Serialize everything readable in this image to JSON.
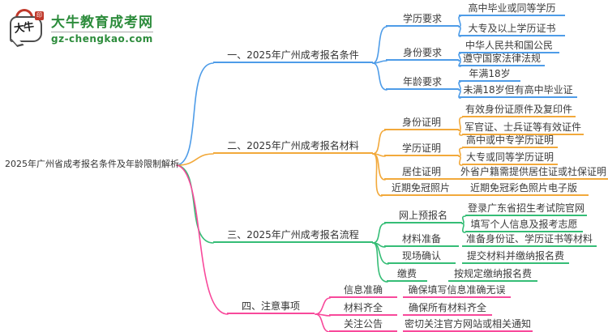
{
  "logo": {
    "title": "大牛教育成考网",
    "url": "gz-chengkao.com",
    "icon_text": "大牛",
    "seal_text": "印",
    "brand_color": "#2d8c3c"
  },
  "root": {
    "title": "2025年广州省成考报名条件及年龄限制解析"
  },
  "branches": [
    {
      "label": "一、2025年广州成考报名条件",
      "color": "#4e9ce8",
      "children": [
        {
          "label": "学历要求",
          "children": [
            {
              "label": "高中毕业或同等学历"
            },
            {
              "label": "大专及以上学历证书"
            }
          ]
        },
        {
          "label": "身份要求",
          "children": [
            {
              "label": "中华人民共和国公民"
            },
            {
              "label": "遵守国家法律法规"
            }
          ]
        },
        {
          "label": "年龄要求",
          "children": [
            {
              "label": "年满18岁"
            },
            {
              "label": "未满18岁但有高中毕业证"
            }
          ]
        }
      ]
    },
    {
      "label": "二、2025年广州成考报名材料",
      "color": "#f2a93b",
      "children": [
        {
          "label": "身份证明",
          "children": [
            {
              "label": "有效身份证原件及复印件"
            },
            {
              "label": "军官证、士兵证等有效证件"
            }
          ]
        },
        {
          "label": "学历证明",
          "children": [
            {
              "label": "高中或中专学历证明"
            },
            {
              "label": "大专或同等学历证明"
            }
          ]
        },
        {
          "label": "居住证明",
          "children": [
            {
              "label": "外省户籍需提供居住证或社保证明"
            }
          ]
        },
        {
          "label": "近期免冠照片",
          "children": [
            {
              "label": "近期免冠彩色照片电子版"
            }
          ]
        }
      ]
    },
    {
      "label": "三、2025年广州成考报名流程",
      "color": "#35bd76",
      "children": [
        {
          "label": "网上预报名",
          "children": [
            {
              "label": "登录广东省招生考试院官网"
            },
            {
              "label": "填写个人信息及报考志愿"
            }
          ]
        },
        {
          "label": "材料准备",
          "children": [
            {
              "label": "准备身份证、学历证书等材料"
            }
          ]
        },
        {
          "label": "现场确认",
          "children": [
            {
              "label": "提交材料并缴纳报名费"
            }
          ]
        },
        {
          "label": "缴费",
          "children": [
            {
              "label": "按规定缴纳报名费"
            }
          ]
        }
      ]
    },
    {
      "label": "四、注意事项",
      "color": "#f8499b",
      "children": [
        {
          "label": "信息准确",
          "children": [
            {
              "label": "确保填写信息准确无误"
            }
          ]
        },
        {
          "label": "材料齐全",
          "children": [
            {
              "label": "确保所有材料齐全"
            }
          ]
        },
        {
          "label": "关注公告",
          "children": [
            {
              "label": "密切关注官方网站或相关通知"
            }
          ]
        }
      ]
    }
  ]
}
